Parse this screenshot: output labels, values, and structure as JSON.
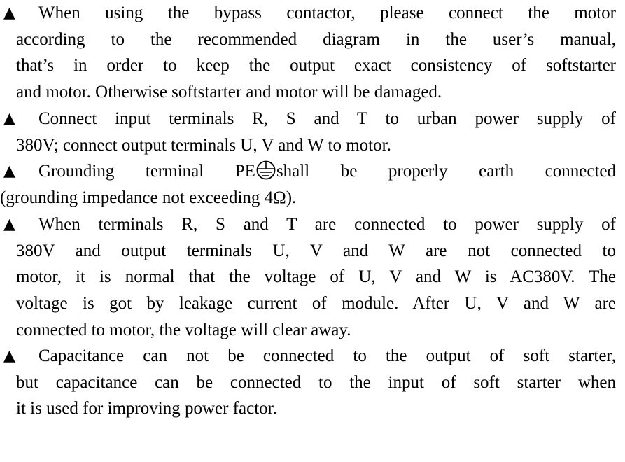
{
  "bullet_symbol": "▲",
  "items": [
    {
      "lines": [
        "When using the bypass contactor, please connect the motor",
        "according to the recommended diagram in the user’s manual,",
        "that’s in order to keep the output exact consistency of softstarter",
        "and motor. Otherwise softstarter and motor will be damaged."
      ]
    },
    {
      "lines": [
        "Connect input terminals R, S and T to urban power supply of",
        "380V; connect output terminals U, V and W to motor."
      ]
    },
    {
      "line1_before_icon": "Grounding terminal PE",
      "line1_after_icon": "shall be properly earth connected",
      "line2": "(grounding impedance not exceeding 4Ω).",
      "icon": "ground-symbol-icon"
    },
    {
      "lines": [
        "When terminals R, S and T are connected to power supply of",
        "380V and output terminals U, V and W are not connected to",
        "motor, it is normal that the voltage of U, V and W is AC380V. The",
        "voltage is got by leakage current of module. After U, V and W are",
        "connected to motor, the voltage will clear away."
      ]
    },
    {
      "lines": [
        "Capacitance can not be connected to the output of soft starter,",
        "but capacitance can be connected to the input of soft starter when",
        "it is used for improving power factor."
      ]
    }
  ]
}
